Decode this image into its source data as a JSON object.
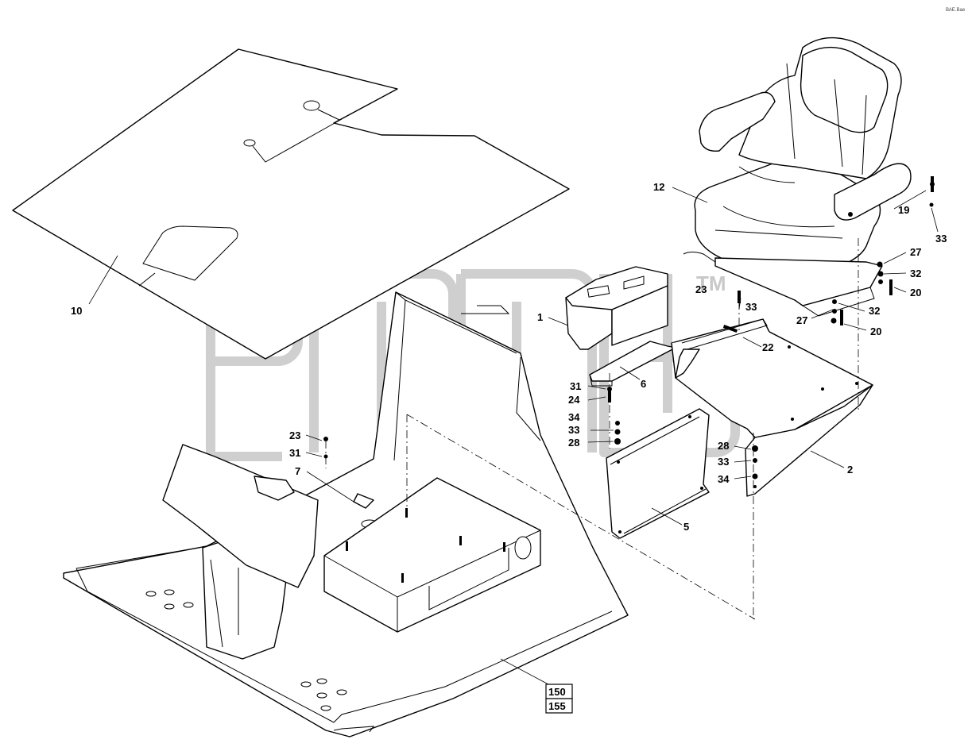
{
  "watermark": {
    "trademark": "TM"
  },
  "corner_mark": "ВАЕ.Вae",
  "callouts": {
    "p1": "1",
    "p2": "2",
    "p5": "5",
    "p6": "6",
    "p7": "7",
    "p10": "10",
    "p12": "12",
    "p19": "19",
    "p20a": "20",
    "p20b": "20",
    "p22": "22",
    "p23a": "23",
    "p23b": "23",
    "p24": "24",
    "p27a": "27",
    "p27b": "27",
    "p28a": "28",
    "p28b": "28",
    "p31a": "31",
    "p31b": "31",
    "p32a": "32",
    "p32b": "32",
    "p33a": "33",
    "p33b": "33",
    "p33c": "33",
    "p33d": "33",
    "p34a": "34",
    "p34b": "34"
  },
  "reference_boxes": [
    "150",
    "155"
  ]
}
